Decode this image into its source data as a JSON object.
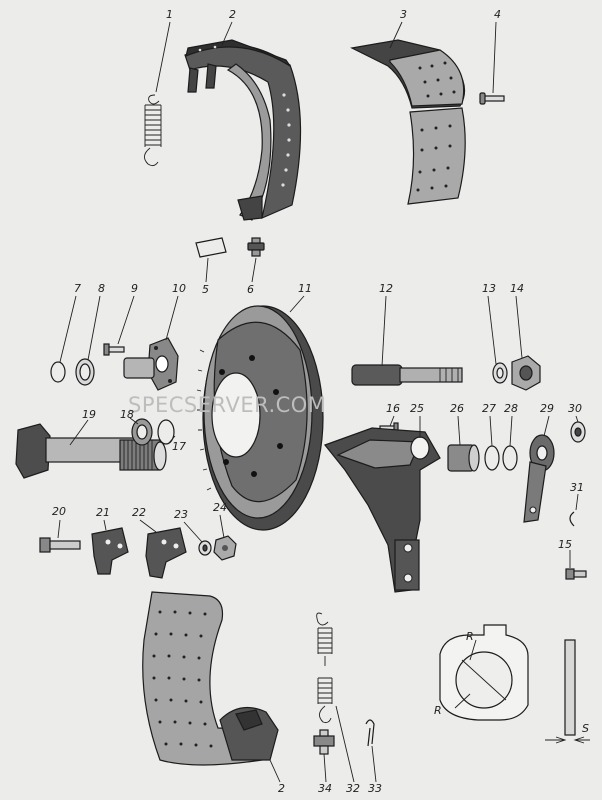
{
  "labels": {
    "n1": "1",
    "n2a": "2",
    "n3": "3",
    "n4": "4",
    "n5": "5",
    "n6": "6",
    "n7": "7",
    "n8": "8",
    "n9": "9",
    "n10": "10",
    "n11": "11",
    "n12": "12",
    "n13": "13",
    "n14": "14",
    "n15": "15",
    "n16": "16",
    "n17": "17",
    "n18": "18",
    "n19": "19",
    "n20": "20",
    "n21": "21",
    "n22": "22",
    "n23": "23",
    "n24": "24",
    "n25": "25",
    "n26": "26",
    "n27": "27",
    "n28": "28",
    "n29": "29",
    "n30": "30",
    "n31": "31",
    "n2b": "2",
    "n32": "32",
    "n33": "33",
    "n34": "34"
  },
  "detail": {
    "radius_label": "R",
    "radius_label_small": "R",
    "thickness_label": "S"
  },
  "watermark": "SPECSERVER.COM"
}
